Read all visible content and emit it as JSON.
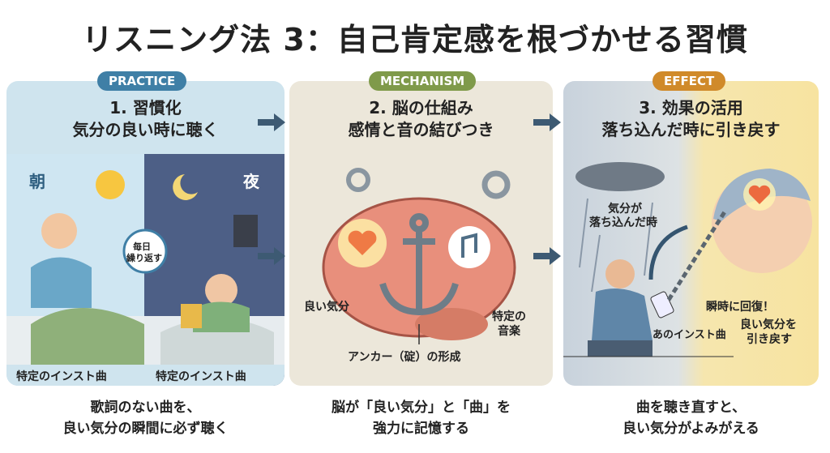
{
  "title": "リスニング法 3：自己肯定感を根づかせる習慣",
  "panels": [
    {
      "badge": "PRACTICE",
      "heading1": "1. 習慣化",
      "heading2": "気分の良い時に聴く",
      "morning": "朝",
      "night": "夜",
      "cycle1": "毎日",
      "cycle2": "繰り返す",
      "label_left": "特定のインスト曲",
      "label_right": "特定のインスト曲",
      "caption1": "歌詞のない曲を、",
      "caption2": "良い気分の瞬間に必ず聴く",
      "accent": "#3f7fa6"
    },
    {
      "badge": "MECHANISM",
      "heading1": "2. 脳の仕組み",
      "heading2": "感情と音の結びつき",
      "good_mood": "良い気分",
      "music1": "特定の",
      "music2": "音楽",
      "anchor": "アンカー（碇）の形成",
      "caption1": "脳が「良い気分」と「曲」を",
      "caption2": "強力に記憶する",
      "accent": "#7f9a4a"
    },
    {
      "badge": "EFFECT",
      "heading1": "3. 効果の活用",
      "heading2": "落ち込んだ時に引き戻す",
      "down1": "気分が",
      "down2": "落ち込んだ時",
      "song": "あのインスト曲",
      "recover": "瞬時に回復！",
      "pull1": "良い気分を",
      "pull2": "引き戻す",
      "caption1": "曲を聴き直すと、",
      "caption2": "良い気分がよみがえる",
      "accent": "#d08a2a"
    }
  ]
}
